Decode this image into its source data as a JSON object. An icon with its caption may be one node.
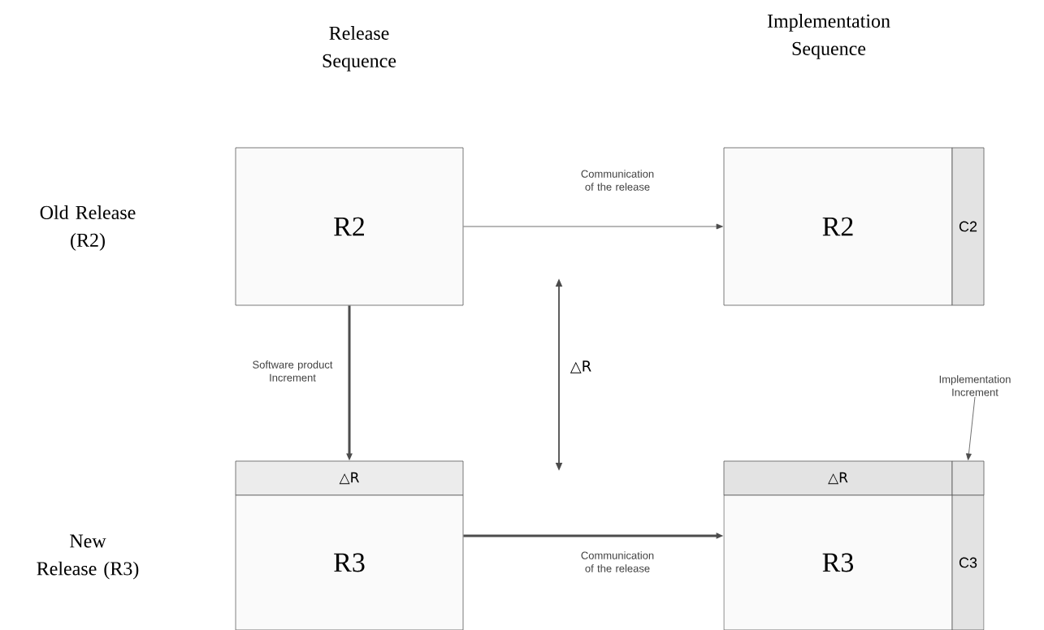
{
  "diagram": {
    "nodes": [
      {
        "text": [
          "R2"
        ]
      },
      {
        "text": [
          "R2"
        ]
      },
      {
        "text": [
          "C2"
        ]
      },
      {
        "text": [
          "△R"
        ]
      },
      {
        "text": [
          "R3"
        ]
      },
      {
        "text": [
          "△R"
        ]
      },
      {
        "text": [],
        "shape": "box"
      },
      {
        "text": [
          "R3"
        ]
      },
      {
        "text": [
          "C3"
        ]
      },
      {
        "text": [
          "Implementation Increment"
        ]
      }
    ],
    "edges": [
      {
        "from": 0,
        "to": 1,
        "arrow": "to",
        "label": "Communication of the release"
      },
      {
        "from": 0,
        "to": 3,
        "arrow": "to",
        "label": "Software product Increment",
        "style": "thick"
      },
      {
        "from": 4,
        "to": 7,
        "arrow": "to",
        "label": "Communication of the release",
        "style": "thick"
      },
      {
        "from": 9,
        "to": 6,
        "arrow": "to"
      }
    ],
    "labels": [
      "Release Sequence",
      "Implementation Sequence",
      "Old Release (R2)",
      "△R",
      "New Release (R3)"
    ]
  }
}
